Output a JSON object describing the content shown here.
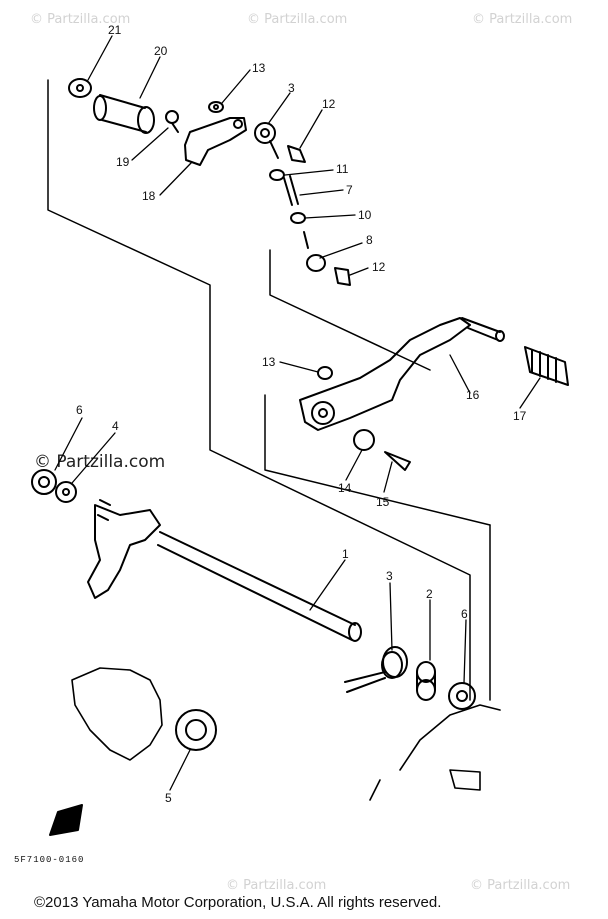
{
  "watermarks": {
    "top_left": "© Partzilla.com",
    "top_mid": "© Partzilla.com",
    "top_right": "© Partzilla.com",
    "center_left": "© Partzilla.com",
    "bottom_mid": "© Partzilla.com",
    "bottom_right": "© Partzilla.com"
  },
  "part_labels": [
    "21",
    "20",
    "13",
    "3",
    "12",
    "19",
    "18",
    "11",
    "7",
    "10",
    "8",
    "12",
    "13",
    "16",
    "17",
    "6",
    "4",
    "14",
    "15",
    "1",
    "3",
    "2",
    "6",
    "5"
  ],
  "diagram_code": "5F7100-0160",
  "copyright": "©2013 Yamaha Motor Corporation, U.S.A. All rights reserved."
}
